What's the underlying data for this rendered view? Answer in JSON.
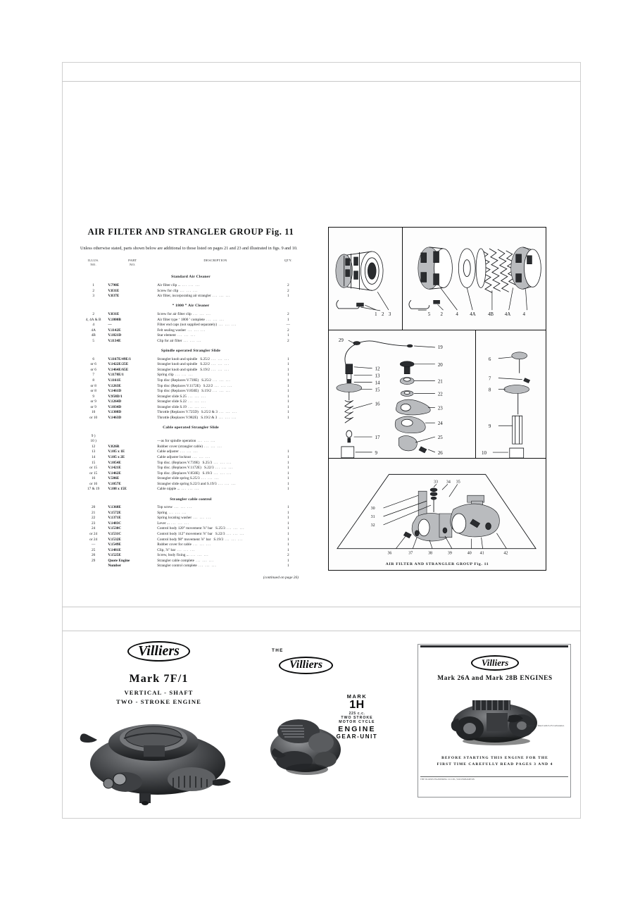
{
  "document": {
    "section_title": "AIR FILTER AND STRANGLER GROUP Fig. 11",
    "intro": "Unless otherwise stated, parts shown below are additional to those listed on pages 21 and 23 and illustrated in figs. 9 and 10.",
    "continued_note": "(continued on page 26)"
  },
  "parts_table": {
    "headers": {
      "illus_line1": "ILLUS.",
      "illus_line2": "NO.",
      "part_line1": "PART",
      "part_line2": "NO.",
      "description": "DESCRIPTION",
      "qty": "QTY."
    },
    "groups": [
      {
        "name": "Standard Air Cleaner",
        "rows": [
          {
            "illus": "1",
            "part": "V.790E",
            "desc": "Air filter clip ...",
            "size": "",
            "qty": "2"
          },
          {
            "illus": "2",
            "part": "V.831E",
            "desc": "Screw for clip",
            "size": "",
            "qty": "2"
          },
          {
            "illus": "3",
            "part": "V.837E",
            "desc": "Air filter, incorporating air strangler",
            "size": "",
            "qty": "1"
          }
        ]
      },
      {
        "name": "“ 1800 ” Air Cleaner",
        "rows": [
          {
            "illus": "2",
            "part": "V.831E",
            "desc": "Screw for air filter clip",
            "size": "",
            "qty": "2"
          },
          {
            "illus": "4, 4A & B",
            "part": "V.1800B",
            "desc": "Air filter type ‘ 1800 ’ complete",
            "size": "",
            "qty": "1"
          },
          {
            "illus": "4",
            "part": "—",
            "desc": "Filter end caps (not supplied separately)",
            "size": "",
            "qty": "—"
          },
          {
            "illus": "4A",
            "part": "V.1142E",
            "desc": "Felt sealing washer",
            "size": "",
            "qty": "2"
          },
          {
            "illus": "4B",
            "part": "V.1821D",
            "desc": "Star element",
            "size": "",
            "qty": "1"
          },
          {
            "illus": "5",
            "part": "V.1134E",
            "desc": "Clip for air filter",
            "size": "",
            "qty": "2"
          }
        ]
      },
      {
        "name": "Spindle operated Strangler Slide",
        "rows": [
          {
            "illus": "6",
            "part": "V.1167E/49E/1",
            "desc": "Strangler knob and spindle",
            "size": "S.25/2",
            "qty": "1"
          },
          {
            "illus": "or 6",
            "part": "V.1422E/25E",
            "desc": "Strangler knob and spindle",
            "size": "S.22/2",
            "qty": "1"
          },
          {
            "illus": "or 6",
            "part": "V.1464E/65E",
            "desc": "Strangler knob and spindle",
            "size": "S.19/2",
            "qty": "1"
          },
          {
            "illus": "7",
            "part": "V.1178E/1",
            "desc": "Spring clip",
            "size": "",
            "qty": "1"
          },
          {
            "illus": "8",
            "part": "V.1161E",
            "desc": "Top disc (Replaces V.739E)",
            "size": "S.25/2",
            "qty": "1"
          },
          {
            "illus": "or 8",
            "part": "V.1263E",
            "desc": "Top disc (Replaces V.1172E)",
            "size": "S.22/2",
            "qty": "1"
          },
          {
            "illus": "or 8",
            "part": "V.1461D",
            "desc": "Top disc (Replaces V.850E)",
            "size": "S.19/2",
            "qty": "1"
          },
          {
            "illus": "9",
            "part": "V.958D/1",
            "desc": "Strangler slide S.25",
            "size": "",
            "qty": "1"
          },
          {
            "illus": "or 9",
            "part": "V.1264D",
            "desc": "Strangler slide S.22",
            "size": "",
            "qty": "1"
          },
          {
            "illus": "or 9",
            "part": "V.1034D",
            "desc": "Strangler slide S.19",
            "size": "",
            "qty": "1"
          },
          {
            "illus": "10",
            "part": "V.1308D",
            "desc": "Throttle (Replaces V.725D)",
            "size": "S.25/2 & 3",
            "qty": "1"
          },
          {
            "illus": "or 10",
            "part": "V.1463D",
            "desc": "Throttle (Replaces V.982E)",
            "size": "S.19/2 & 3",
            "qty": "1"
          }
        ]
      },
      {
        "name": "Cable operated Strangler Slide",
        "rows": [
          {
            "illus": "9 )",
            "part": "",
            "desc": "",
            "size": "",
            "qty": ""
          },
          {
            "illus": "10 )",
            "part": "",
            "desc": "—as for spindle operation",
            "size": "",
            "qty": ""
          },
          {
            "illus": "12",
            "part": "V.826R",
            "desc": "Rubber cover (strangler cable)",
            "size": "",
            "qty": ""
          },
          {
            "illus": "13",
            "part": "V.105 x 1E",
            "desc": "Cable adjuster",
            "size": "",
            "qty": "1"
          },
          {
            "illus": "14",
            "part": "V.105 x 2E",
            "desc": "Cable adjuster locknut",
            "size": "",
            "qty": "1"
          },
          {
            "illus": "15",
            "part": "V.1054E",
            "desc": "Top disc. (Replaces V.739E)",
            "size": "S.25/3",
            "qty": "1"
          },
          {
            "illus": "or 15",
            "part": "V.1421E",
            "desc": "Top disc. (Replaces V.1172E)",
            "size": "S.22/3",
            "qty": "1"
          },
          {
            "illus": "or 15",
            "part": "V.1462E",
            "desc": "Top disc. (Replaces V.850E)",
            "size": "S.19/3",
            "qty": "1"
          },
          {
            "illus": "16",
            "part": "V.586E",
            "desc": "Strangler slide spring S.25/3",
            "size": "",
            "qty": "1"
          },
          {
            "illus": "or 16",
            "part": "V.1057E",
            "desc": "Strangler slide spring S.22/3 and S.19/3",
            "size": "",
            "qty": "1"
          },
          {
            "illus": "17 & 19",
            "part": "V.108 x 15E",
            "desc": "Cable nipple ...",
            "size": "",
            "qty": "1"
          }
        ]
      },
      {
        "name": "Strangler cable control",
        "rows": [
          {
            "illus": "20",
            "part": "V.1368E",
            "desc": "Top screw",
            "size": "",
            "qty": "1"
          },
          {
            "illus": "21",
            "part": "V.1572E",
            "desc": "Spring",
            "size": "",
            "qty": "1"
          },
          {
            "illus": "22",
            "part": "V.1371E",
            "desc": "Spring locating washer",
            "size": "",
            "qty": "1"
          },
          {
            "illus": "23",
            "part": "V.1483C",
            "desc": "Lever ...",
            "size": "",
            "qty": "1"
          },
          {
            "illus": "24",
            "part": "V.1530C",
            "desc": "Control body 120° movement ⅞″ bar",
            "size": "S.25/3",
            "qty": "1"
          },
          {
            "illus": "or 24",
            "part": "V.1531C",
            "desc": "Control body 112° movement ⅞″ bar",
            "size": "S.22/3",
            "qty": "1"
          },
          {
            "illus": "or 24",
            "part": "V.1532E",
            "desc": "Control body  98° movement ⅞″ bar",
            "size": "S.19/3",
            "qty": "1"
          },
          {
            "illus": "—",
            "part": "V.1549E",
            "desc": "Rubber cover for cable",
            "size": "",
            "qty": "1"
          },
          {
            "illus": "25",
            "part": "V.1481E",
            "desc": "Clip, ⅞″ bar",
            "size": "",
            "qty": "1"
          },
          {
            "illus": "26",
            "part": "V.1525E",
            "desc": "Screw, body fixing ...",
            "size": "",
            "qty": "2"
          },
          {
            "illus": "29",
            "part": "Quote Engine",
            "desc": "Strangler cable complete",
            "size": "",
            "qty": "1"
          },
          {
            "illus": "",
            "part": "Number",
            "desc": "Strangler control complete",
            "size": "",
            "qty": "1"
          }
        ]
      }
    ]
  },
  "diagram": {
    "caption": "AIR FILTER AND STRANGLER GROUP  Fig. 11",
    "callouts_top_left": [
      "1",
      "2",
      "3"
    ],
    "callouts_top_right": [
      "5",
      "2",
      "4",
      "4A",
      "4B",
      "4A",
      "4"
    ],
    "callouts_mid_left": [
      "29",
      "19",
      "12",
      "13",
      "14",
      "15",
      "16",
      "17",
      "9",
      "10",
      "20",
      "21",
      "22",
      "23",
      "24",
      "25",
      "26"
    ],
    "callouts_mid_right": [
      "6",
      "7",
      "8",
      "9",
      "10"
    ],
    "callouts_bottom": [
      "30",
      "31",
      "32",
      "33",
      "34",
      "35",
      "36",
      "37",
      "38",
      "39",
      "40",
      "41",
      "42"
    ]
  },
  "covers": [
    {
      "brand": "Villiers",
      "mark": "Mark  7F/1",
      "sub1": "VERTICAL - SHAFT",
      "sub2": "TWO - STROKE  ENGINE",
      "image_alt": "vertical-shaft two-stroke engine photograph"
    },
    {
      "the": "THE",
      "brand": "Villiers",
      "mark_label": "MARK",
      "mark_value": "1H",
      "cc": "225 c.c.",
      "line1": "TWO STROKE",
      "line2": "MOTOR  CYCLE",
      "engine": "ENGINE",
      "gear_unit": "GEAR-UNIT",
      "image_alt": "motor cycle engine gear-unit photograph"
    },
    {
      "brand": "Villiers",
      "mark": "Mark  26A  and  Mark  28B  ENGINES",
      "warning_line1": "BEFORE  STARTING  THIS  ENGINE  FOR  THE",
      "warning_line2": "FIRST  TIME  CAREFULLY  READ  PAGES 3 AND 4",
      "photo_note": "Engine unit fitted with S.25 Carburetter.",
      "footer_note": "THE VILLIERS ENGINEERING CO. LTD., WOLVERHAMPTON",
      "image_alt": "Mark 26A / 28B engine photograph"
    }
  ],
  "colors": {
    "page_bg": "#ffffff",
    "ink": "#15171a",
    "rule": "#c9c9c9",
    "frame": "#cfcfcf"
  }
}
